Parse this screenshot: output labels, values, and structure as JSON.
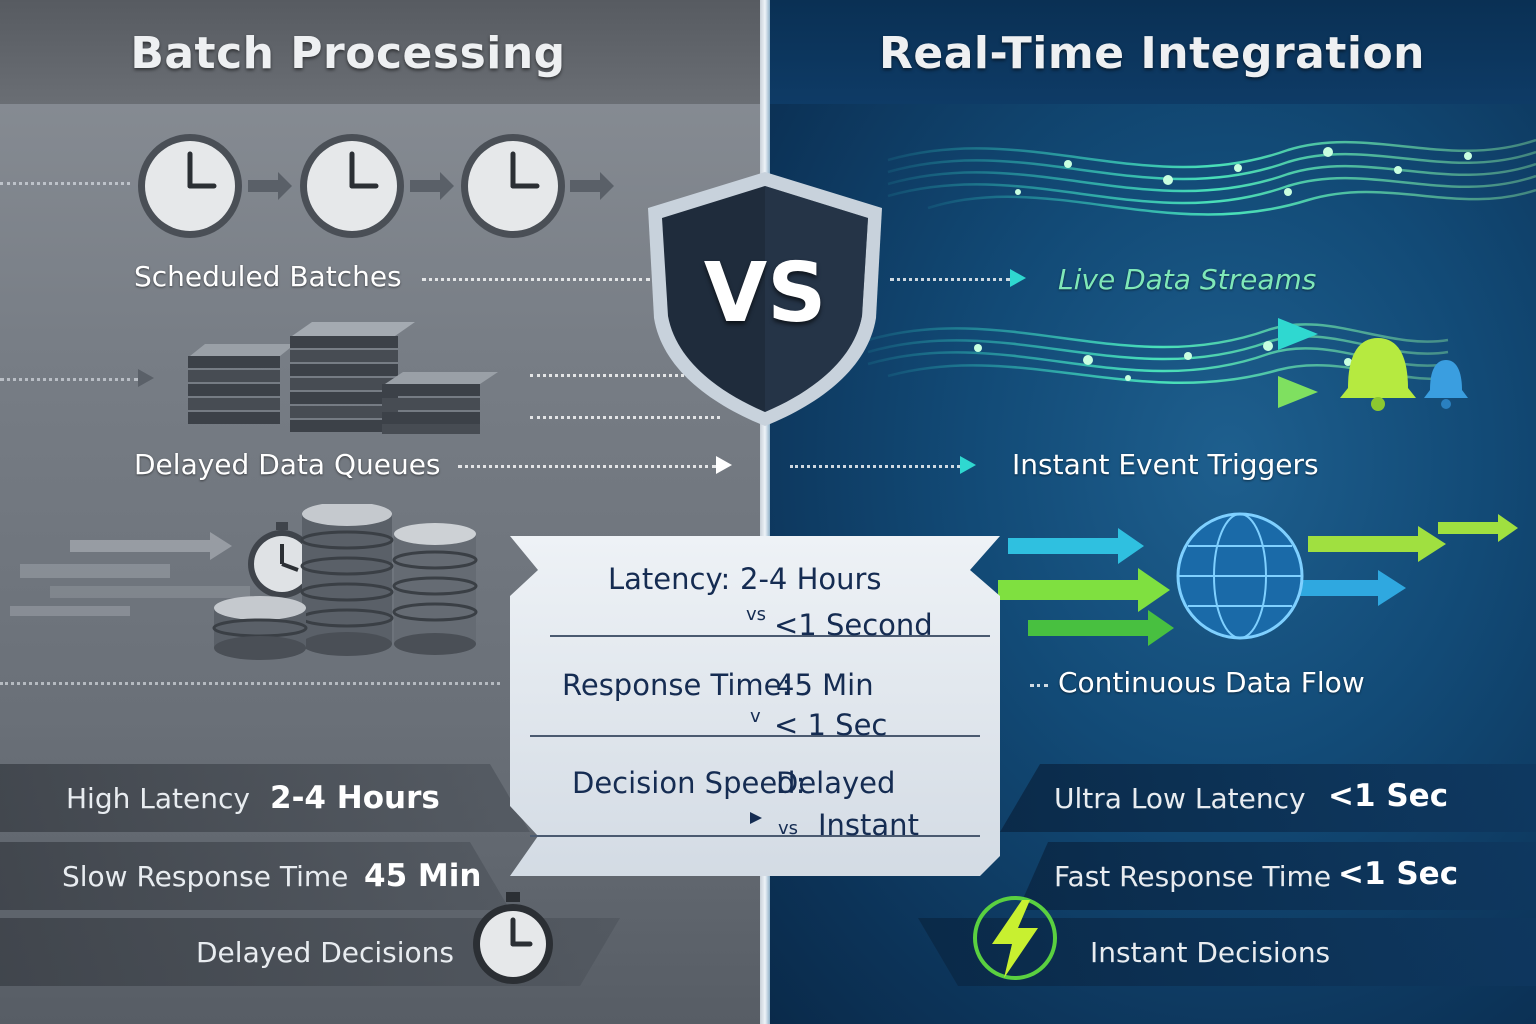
{
  "left": {
    "title": "Batch Processing",
    "labels": {
      "scheduled": "Scheduled Batches",
      "queues": "Delayed Data Queues"
    },
    "metrics": {
      "latency_label": "High Latency",
      "latency_value": "2-4 Hours",
      "response_label": "Slow Response Time",
      "response_value": "45 Min",
      "decisions_label": "Delayed Decisions"
    }
  },
  "right": {
    "title": "Real-Time Integration",
    "labels": {
      "streams": "Live Data Streams",
      "triggers": "Instant Event Triggers",
      "flow": "Continuous Data Flow"
    },
    "metrics": {
      "latency_label": "Ultra Low Latency",
      "latency_value": "<1 Sec",
      "response_label": "Fast Response Time",
      "response_value": "<1 Sec",
      "decisions_label": "Instant Decisions"
    }
  },
  "vs": "VS",
  "comparison": {
    "latency": {
      "label": "Latency:",
      "batch": "2-4 Hours",
      "sep": "vs",
      "realtime": "<1 Second"
    },
    "response": {
      "label": "Response Time:",
      "batch": "45 Min",
      "sep": "v",
      "realtime": "< 1 Sec"
    },
    "decision": {
      "label": "Decision Speed:",
      "batch": "Delayed",
      "sep": "vs",
      "realtime": "Instant"
    }
  },
  "icons": {
    "left": [
      "clock-icon",
      "clock-icon",
      "clock-icon",
      "batch-stack-icon",
      "database-icon",
      "stopwatch-icon"
    ],
    "right": [
      "data-stream-icon",
      "bell-icon",
      "globe-icon",
      "lightning-icon"
    ]
  },
  "colors": {
    "batch_bg": "#777d85",
    "realtime_bg": "#124a76",
    "stream_green": "#7fe8b8",
    "stream_cyan": "#2fd8d0",
    "lightning": "#c8f030",
    "compare_text": "#152c52"
  }
}
